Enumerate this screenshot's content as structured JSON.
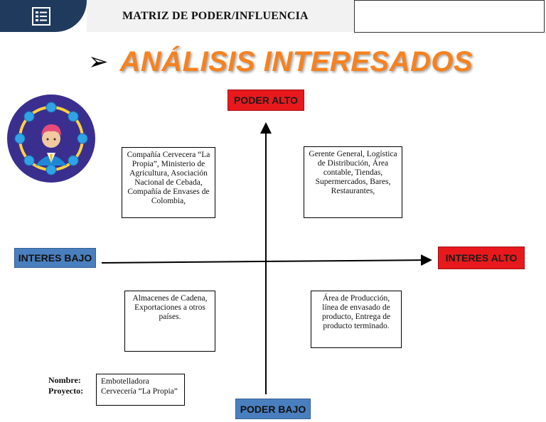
{
  "header": {
    "title": "MATRIZ DE PODER/INFLUENCIA"
  },
  "main_title": "ANÁLISIS INTERESADOS",
  "axes": {
    "top_label": "PODER ALTO",
    "bottom_label": "PODER BAJO",
    "left_label": "INTERES BAJO",
    "right_label": "INTERES ALTO"
  },
  "quadrants": {
    "top_left": "Compañía Cervecera “La Propia”, Ministerio de Agricultura, Asociación Nacional de Cebada, Compañía de Envases de Colombia,",
    "top_right": "Gerente General, Logística de Distribución, Área contable,  Tiendas, Supermercados, Bares, Restaurantes,",
    "bottom_left": "Almacenes de Cadena, Exportaciones a otros países.",
    "bottom_right": "Área de Producción, línea de envasado de producto, Entrega de producto terminado."
  },
  "footer": {
    "name_label": "Nombre:",
    "project_label": "Proyecto:",
    "value_line1": "Embotelladora",
    "value_line2": "Cervecería “La Propia”"
  },
  "colors": {
    "navy": "#1f3a5c",
    "orange_title": "#f58220",
    "red_label": "#e8191d",
    "blue_label": "#4a7fbf",
    "avatar_ring": "#ffd23f",
    "avatar_bg": "#3a2f8f"
  },
  "icons": {
    "corner": "checklist-icon",
    "avatar": "stakeholder-network-icon"
  }
}
